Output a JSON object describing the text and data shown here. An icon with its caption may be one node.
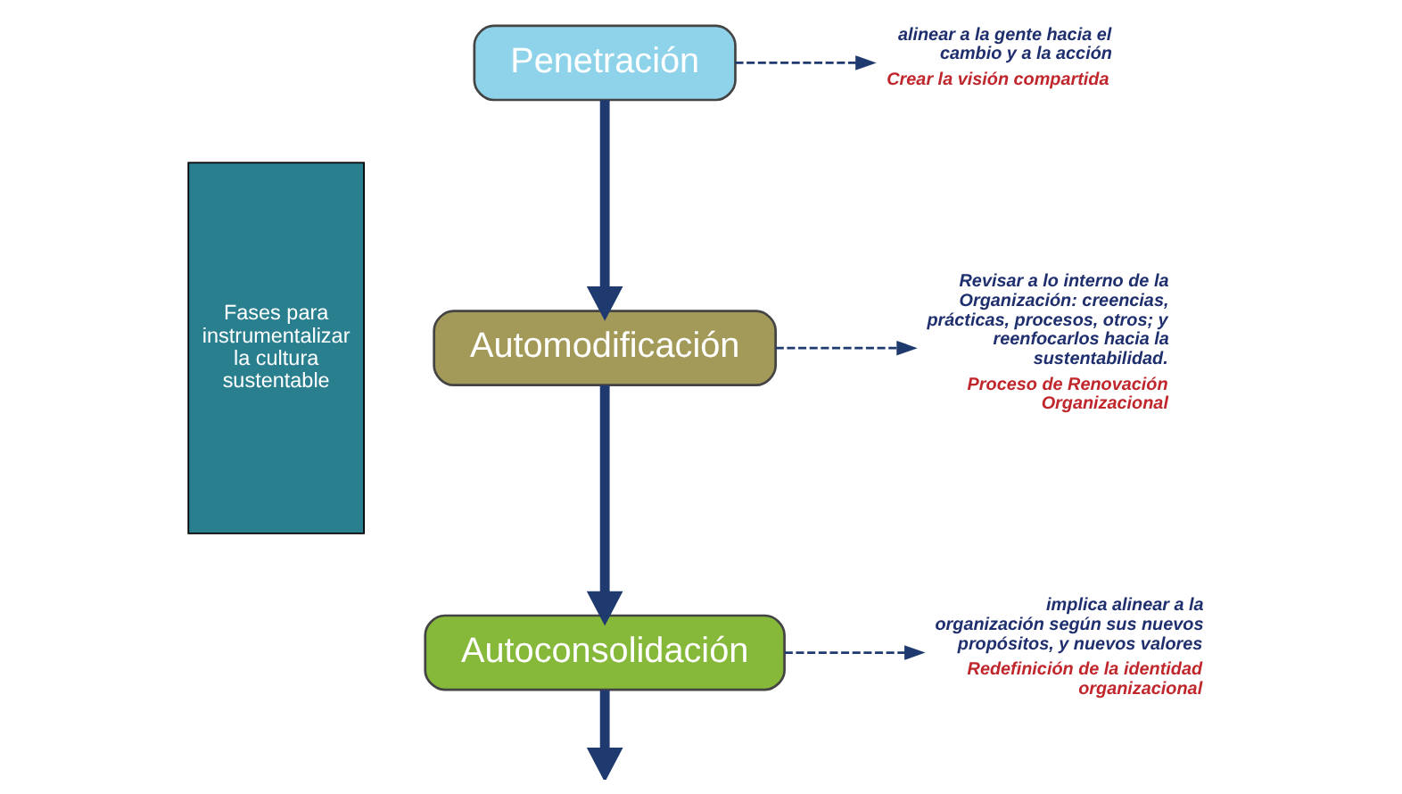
{
  "diagram": {
    "nodes": [
      {
        "text": [
          "Fases para instrumentalizar la cultura sustentable"
        ]
      },
      {
        "text": [
          "Penetración"
        ]
      },
      {
        "text": [
          "Automodificación"
        ]
      },
      {
        "text": [
          "Autoconsolidación"
        ]
      },
      {
        "text": [
          "alinear a la gente hacia el cambio y a la acción",
          "Crear la visión compartida"
        ]
      },
      {
        "text": [
          "Revisar a lo interno de la Organización: creencias, prácticas, procesos, otros; y reenfocarlos hacia la sustentabilidad.",
          "Proceso de Renovación Organizacional"
        ]
      },
      {
        "text": [
          "implica alinear a la organización según sus nuevos propósitos, y nuevos valores",
          "Redefinición de la identidad organizacional"
        ]
      }
    ],
    "edges": [
      {
        "from": 1,
        "to": 2,
        "arrow": "to",
        "style": "thick"
      },
      {
        "from": 2,
        "to": 3,
        "arrow": "to",
        "style": "thick"
      },
      {
        "from": 3,
        "to": null,
        "arrow": "to",
        "style": "thick"
      },
      {
        "from": 1,
        "to": 4,
        "arrow": "to",
        "style": "dashed"
      },
      {
        "from": 2,
        "to": 5,
        "arrow": "to",
        "style": "dashed"
      },
      {
        "from": 3,
        "to": 6,
        "arrow": "to",
        "style": "dashed"
      }
    ]
  }
}
